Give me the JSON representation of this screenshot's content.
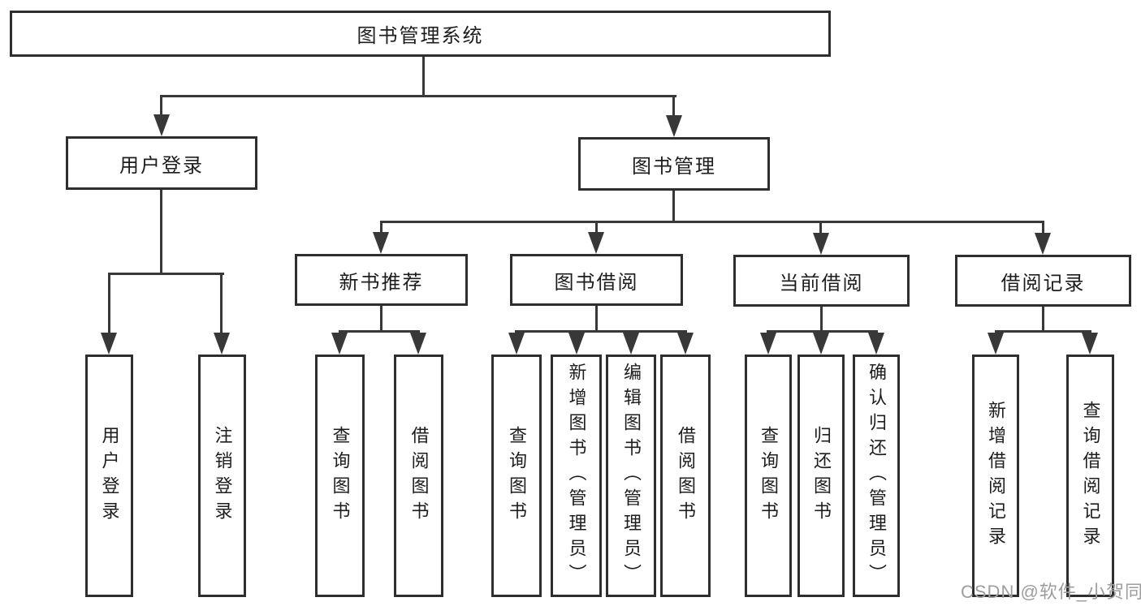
{
  "diagram": {
    "watermark": "CSDN @软件_小贺同学",
    "colors": {
      "background": "#ffffff",
      "line": "#383838",
      "box_border": "#2e2e2e",
      "text": "#1d1d1d",
      "watermark": "#9d9d9d"
    },
    "root": {
      "label": "图书管理系统",
      "children": [
        {
          "label": "用户登录",
          "children": [
            {
              "label": "用户登录"
            },
            {
              "label": "注销登录"
            }
          ]
        },
        {
          "label": "图书管理",
          "children": [
            {
              "label": "新书推荐",
              "children": [
                {
                  "label": "查询图书"
                },
                {
                  "label": "借阅图书"
                }
              ]
            },
            {
              "label": "图书借阅",
              "children": [
                {
                  "label": "查询图书"
                },
                {
                  "label": "新增图书（管理员）"
                },
                {
                  "label": "编辑图书（管理员）"
                },
                {
                  "label": "借阅图书"
                }
              ]
            },
            {
              "label": "当前借阅",
              "children": [
                {
                  "label": "查询图书"
                },
                {
                  "label": "归还图书"
                },
                {
                  "label": "确认归还（管理员）"
                }
              ]
            },
            {
              "label": "借阅记录",
              "children": [
                {
                  "label": "新增借阅记录"
                },
                {
                  "label": "查询借阅记录"
                }
              ]
            }
          ]
        }
      ]
    }
  }
}
